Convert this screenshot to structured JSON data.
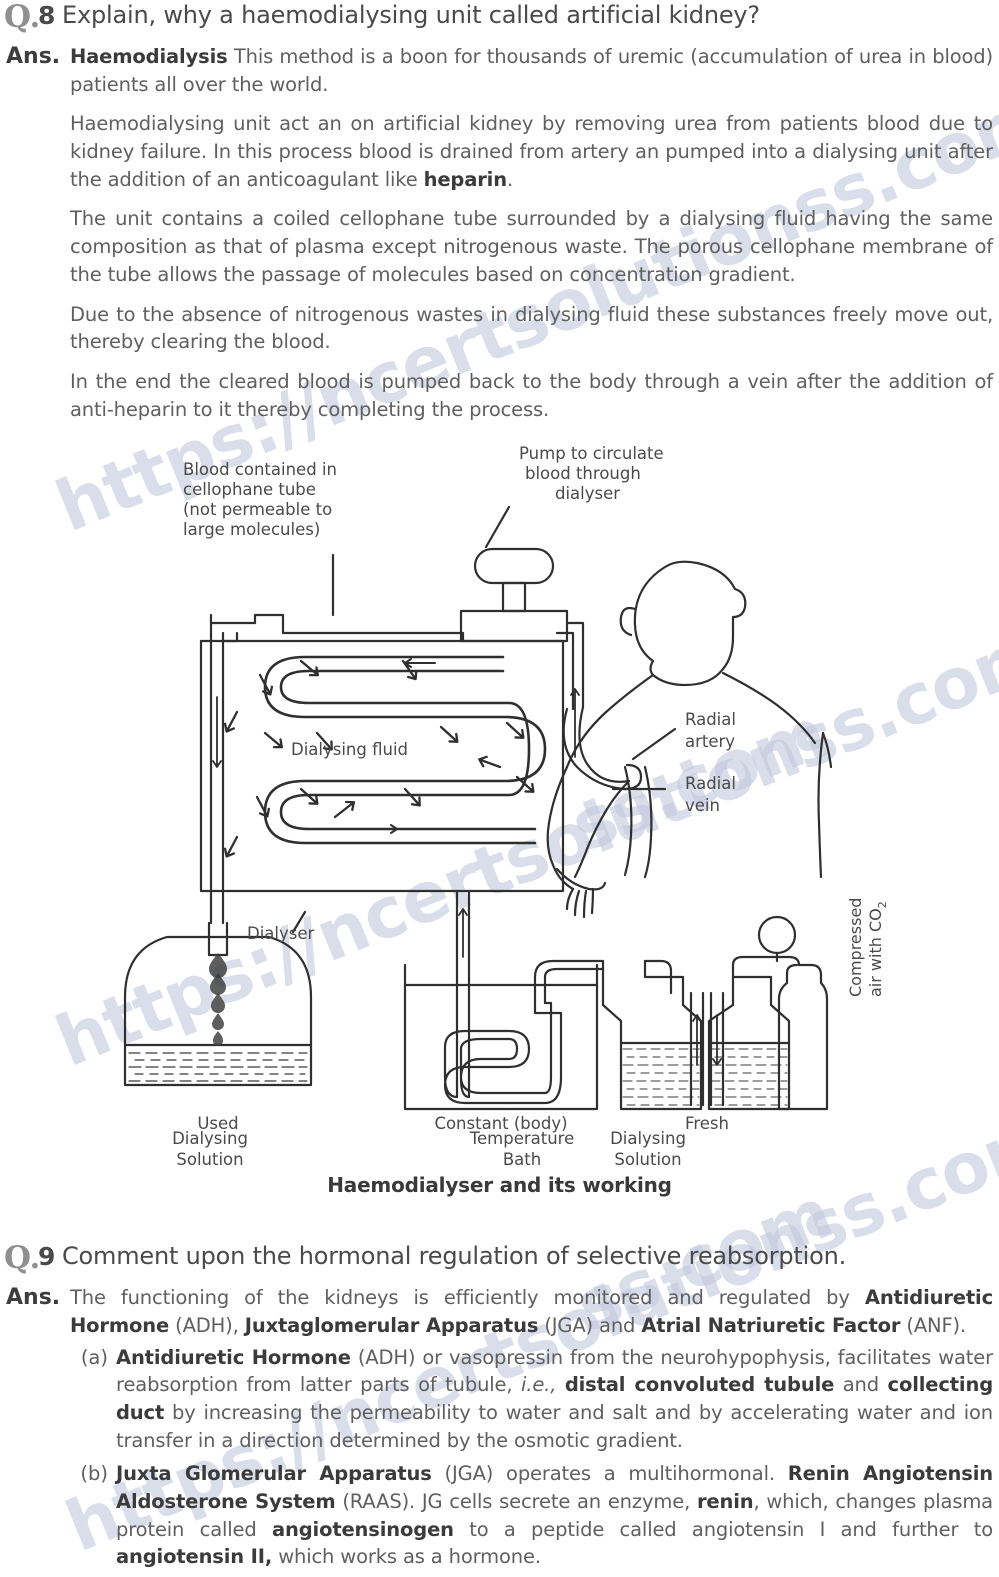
{
  "question8": {
    "marker": "Q.",
    "number": "8",
    "text": "Explain, why a haemodialysing unit called artificial kidney?",
    "ans_marker": "Ans.",
    "para1_bold": "Haemodialysis",
    "para1": " This method is a boon for thousands of uremic (accumulation of urea in blood) patients all over the world.",
    "para2a": "Haemodialysing unit act an on artificial kidney by removing urea from patients blood due to kidney failure. In this process blood is drained from artery an pumped into a dialysing unit after the addition of an anticoagulant like ",
    "para2_bold": "heparin",
    "para2b": ".",
    "para3": "The unit contains a coiled cellophane tube surrounded by a dialysing fluid having the same composition as that of plasma except nitrogenous waste. The porous cellophane membrane of the tube allows the passage of molecules based on concentration gradient.",
    "para4": "Due to the absence of nitrogenous wastes in dialysing fluid these substances freely move out, thereby clearing the blood.",
    "para5": "In the end the cleared blood is pumped back to the body through a vein after the addition of anti-heparin to it thereby completing the process."
  },
  "figure": {
    "caption": "Haemodialyser and its working",
    "labels": {
      "blood_tube_l1": "Blood contained in",
      "blood_tube_l2": "cellophane tube",
      "blood_tube_l3": "(not permeable to",
      "blood_tube_l4": "large molecules)",
      "pump_l1": "Pump to circulate",
      "pump_l2": "blood through",
      "pump_l3": "dialyser",
      "dialysing_fluid": "Dialysing fluid",
      "dialyser": "Dialyser",
      "radial_artery_l1": "Radial",
      "radial_artery_l2": "artery",
      "radial_vein_l1": "Radial",
      "radial_vein_l2": "vein",
      "used_l1": "Used",
      "used_l2": "Dialysing",
      "used_l3": "Solution",
      "bath_l1": "Constant (body)",
      "bath_l2": "Temperature",
      "bath_l3": "Bath",
      "fresh_l1": "Fresh",
      "fresh_l2": "Dialysing",
      "fresh_l3": "Solution",
      "compressed_l1": "Compressed",
      "compressed_l2": "air with CO",
      "compressed_sub": "2"
    }
  },
  "question9": {
    "marker": "Q.",
    "number": "9",
    "text": "Comment upon the hormonal regulation of selective reabsorption.",
    "ans_marker": "Ans.",
    "intro_1": "The functioning of the kidneys is efficiently monitored and regulated by ",
    "intro_b1": "Antidiuretic Hormone",
    "intro_2": " (ADH), ",
    "intro_b2": "Juxtaglomerular Apparatus",
    "intro_3": " (JGA) and ",
    "intro_b3": "Atrial Natriuretic Factor",
    "intro_4": " (ANF).",
    "items": [
      {
        "label": "(a)",
        "b1": "Antidiuretic Hormone",
        "t1": " (ADH) or vasopressin from the neurohypophysis, facilitates water reabsorption from latter parts of tubule, ",
        "i1": "i.e.,",
        "t2": " ",
        "b2": "distal convoluted tubule",
        "t3": " and ",
        "b3": "collecting duct",
        "t4": " by increasing the permeability to water and salt and by accelerating water and ion transfer in a direction determined by the osmotic gradient."
      },
      {
        "label": "(b)",
        "b1": "Juxta Glomerular Apparatus",
        "t1": " (JGA) operates a multihormonal. ",
        "b2": "Renin Angiotensin Aldosterone System",
        "t2": " (RAAS). JG cells secrete an enzyme, ",
        "b3": "renin",
        "t3": ", which, changes plasma protein called ",
        "b4": "angiotensinogen",
        "t4": " to a peptide called angiotensin I and further to ",
        "b5": "angiotensin II,",
        "t5": " which works as a hormone."
      }
    ]
  },
  "watermark": {
    "line1": "https://ncertsolutionss.com",
    "line2": "https://ncertsolutionss.com",
    "line3": "https://ncertsolutionss.com",
    "line4": "ss.com",
    "line5": "ss.com"
  },
  "colors": {
    "ink": "#4a4a4a",
    "body_text": "#5f5f5f",
    "bold_text": "#3b3b3b",
    "watermark": "#c3cade",
    "background": "#ffffff"
  }
}
